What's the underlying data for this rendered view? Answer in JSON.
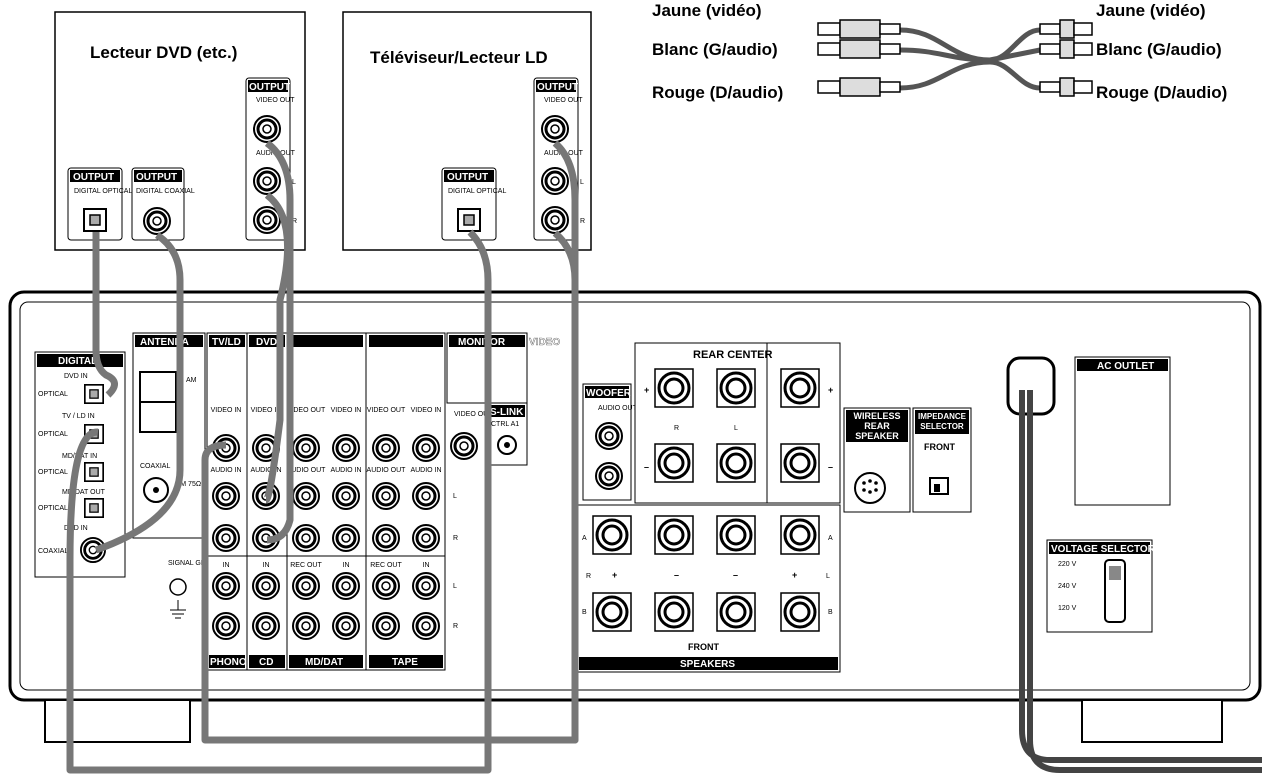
{
  "cable_legend": {
    "left": [
      "Jaune (vidéo)",
      "Blanc (G/audio)",
      "Rouge (D/audio)"
    ],
    "right": [
      "Jaune (vidéo)",
      "Blanc (G/audio)",
      "Rouge (D/audio)"
    ]
  },
  "dvd_player": {
    "title": "Lecteur DVD (etc.)",
    "output_header": "OUTPUT",
    "optical_label": "DIGITAL OPTICAL",
    "coaxial_label": "DIGITAL COAXIAL",
    "video_out": "VIDEO OUT",
    "audio_out": "AUDIO OUT",
    "l": "L",
    "r": "R"
  },
  "tv_ld": {
    "title": "Téléviseur/Lecteur LD",
    "output_header": "OUTPUT",
    "optical_label": "DIGITAL OPTICAL",
    "video_out": "VIDEO OUT",
    "audio_out": "AUDIO OUT",
    "l": "L",
    "r": "R"
  },
  "receiver": {
    "digital": "DIGITAL",
    "digital_inputs": [
      "DVD IN",
      "TV / LD IN",
      "MD/DAT IN",
      "MD/DAT OUT",
      "DVD IN"
    ],
    "optical": "OPTICAL",
    "coaxial": "COAXIAL",
    "antenna": "ANTENNA",
    "am": "AM",
    "coaxial_fm": "COAXIAL",
    "fm75": "FM 75Ω",
    "signal_gnd": "SIGNAL GND",
    "groups_top": [
      "TV/LD",
      "DVD",
      "",
      "",
      "MONITOR",
      "VIDEO"
    ],
    "col_video_labels": [
      "VIDEO IN",
      "VIDEO IN",
      "VIDEO OUT",
      "VIDEO IN",
      "VIDEO OUT",
      "VIDEO IN",
      "VIDEO OUT"
    ],
    "col_audio_labels": [
      "AUDIO IN",
      "AUDIO IN",
      "AUDIO OUT",
      "AUDIO IN",
      "AUDIO OUT",
      "AUDIO IN"
    ],
    "groups_bottom": [
      "PHONO",
      "CD",
      "MD/DAT",
      "TAPE"
    ],
    "rec_out": "REC OUT",
    "in": "IN",
    "l": "L",
    "r": "R",
    "slink": "S-LINK",
    "slink_sub": "CTRL A1",
    "woofer": "WOOFER",
    "audio_out": "AUDIO OUT",
    "rear_center": "REAR CENTER",
    "wireless": "WIRELESS REAR SPEAKER",
    "impedance": "IMPEDANCE SELECTOR",
    "front_small": "FRONT",
    "ac_outlet": "AC OUTLET",
    "voltage_selector": "VOLTAGE SELECTOR",
    "voltages": [
      "220 V",
      "240 V",
      "120 V"
    ],
    "front": "FRONT",
    "speakers": "SPEAKERS"
  }
}
